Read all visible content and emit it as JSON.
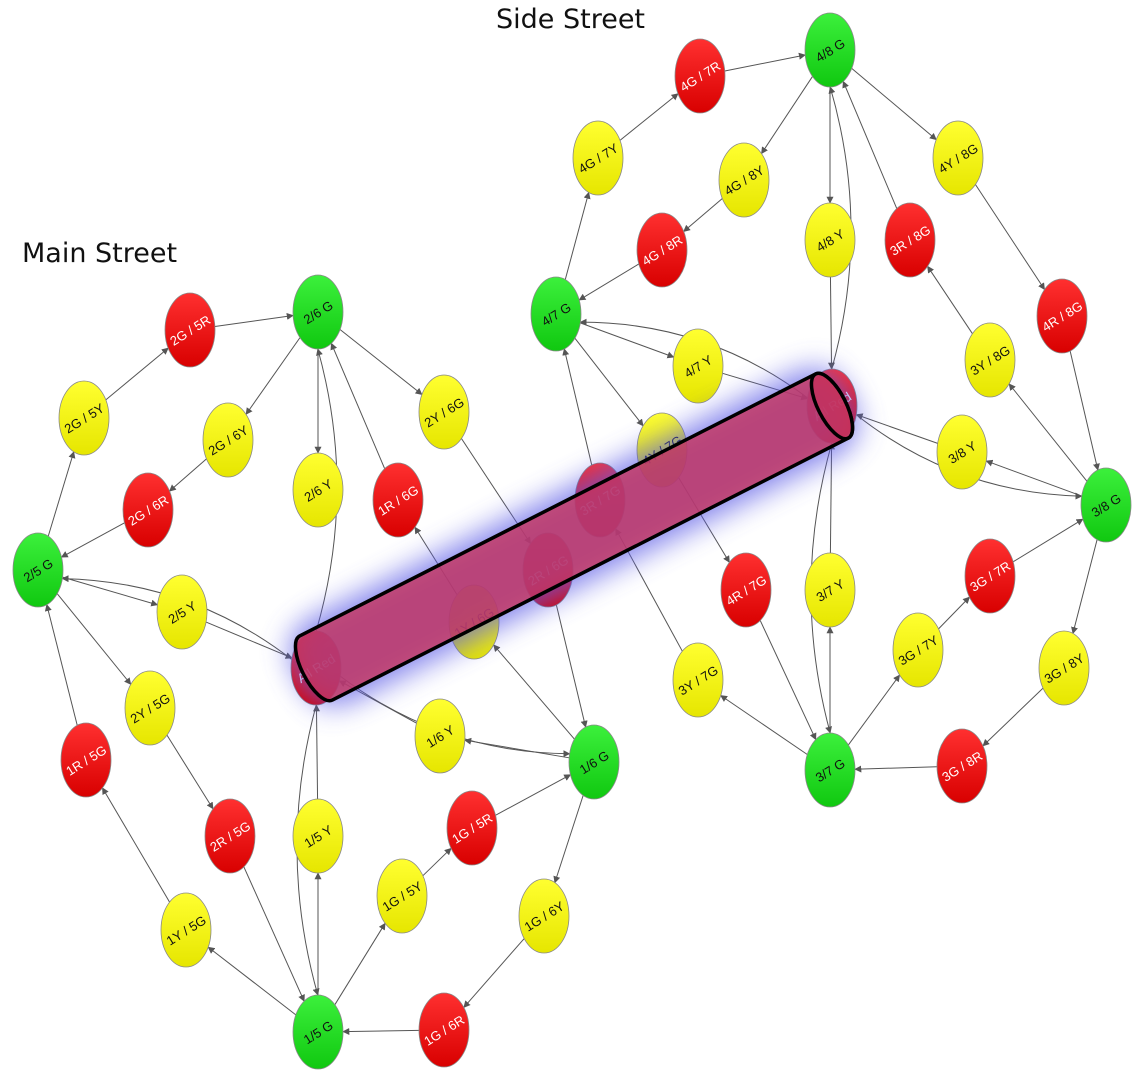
{
  "titles": {
    "main": "Main Street",
    "side": "Side Street"
  },
  "colors": {
    "green": "#1ee61e",
    "yellow": "#f5f500",
    "red": "#f01010",
    "edge": "#555555",
    "tube": "#c8325a",
    "glow": "#5a5ae6"
  },
  "nodes": [
    {
      "id": "m25g",
      "label": "2/5 G",
      "color": "green"
    },
    {
      "id": "m25ry",
      "label": "2G / 5Y",
      "color": "yellow"
    },
    {
      "id": "m2g5r",
      "label": "2G / 5R",
      "color": "red"
    },
    {
      "id": "m26g",
      "label": "2/6 G",
      "color": "green"
    },
    {
      "id": "m2g6y",
      "label": "2G / 6Y",
      "color": "yellow"
    },
    {
      "id": "m2g6r",
      "label": "2G / 6R",
      "color": "red"
    },
    {
      "id": "m26y",
      "label": "2/6 Y",
      "color": "yellow"
    },
    {
      "id": "m1r6g",
      "label": "1R / 6G",
      "color": "red"
    },
    {
      "id": "m2y6g",
      "label": "2Y / 6G",
      "color": "yellow"
    },
    {
      "id": "m2r6g",
      "label": "2R / 6G",
      "color": "red"
    },
    {
      "id": "m1y6g",
      "label": "1Y / 6G",
      "color": "yellow"
    },
    {
      "id": "m25y",
      "label": "2/5 Y",
      "color": "yellow"
    },
    {
      "id": "mallred",
      "label": "All Red",
      "color": "red"
    },
    {
      "id": "m2y5g",
      "label": "2Y / 5G",
      "color": "yellow"
    },
    {
      "id": "m1r5g",
      "label": "1R / 5G",
      "color": "red"
    },
    {
      "id": "m2r5g",
      "label": "2R / 5G",
      "color": "red"
    },
    {
      "id": "m16y",
      "label": "1/6 Y",
      "color": "yellow"
    },
    {
      "id": "m16g",
      "label": "1/6 G",
      "color": "green"
    },
    {
      "id": "m15y",
      "label": "1/5 Y",
      "color": "yellow"
    },
    {
      "id": "m1g5r",
      "label": "1G / 5R",
      "color": "red"
    },
    {
      "id": "m1g5y",
      "label": "1G / 5Y",
      "color": "yellow"
    },
    {
      "id": "m1g6y",
      "label": "1G / 6Y",
      "color": "yellow"
    },
    {
      "id": "m1y5g",
      "label": "1Y / 5G",
      "color": "yellow"
    },
    {
      "id": "m15g",
      "label": "1/5 G",
      "color": "green"
    },
    {
      "id": "m1g6r",
      "label": "1G / 6R",
      "color": "red"
    },
    {
      "id": "s4g7r",
      "label": "4G / 7R",
      "color": "red"
    },
    {
      "id": "s48g",
      "label": "4/8 G",
      "color": "green"
    },
    {
      "id": "s4g7y",
      "label": "4G / 7Y",
      "color": "yellow"
    },
    {
      "id": "s4g8y",
      "label": "4G / 8Y",
      "color": "yellow"
    },
    {
      "id": "s4y8g",
      "label": "4Y / 8G",
      "color": "yellow"
    },
    {
      "id": "s4g8r",
      "label": "4G / 8R",
      "color": "red"
    },
    {
      "id": "s48y",
      "label": "4/8 Y",
      "color": "yellow"
    },
    {
      "id": "s3r8g",
      "label": "3R / 8G",
      "color": "red"
    },
    {
      "id": "s47g",
      "label": "4/7 G",
      "color": "green"
    },
    {
      "id": "s4r8g",
      "label": "4R / 8G",
      "color": "red"
    },
    {
      "id": "s47y",
      "label": "4/7 Y",
      "color": "yellow"
    },
    {
      "id": "s3y8g",
      "label": "3Y / 8G",
      "color": "yellow"
    },
    {
      "id": "s4y7g",
      "label": "4Y / 7G",
      "color": "yellow"
    },
    {
      "id": "sallred",
      "label": "All Red",
      "color": "red"
    },
    {
      "id": "s38y",
      "label": "3/8 Y",
      "color": "yellow"
    },
    {
      "id": "s3r7g",
      "label": "3R / 7G",
      "color": "red"
    },
    {
      "id": "s38g",
      "label": "3/8 G",
      "color": "green"
    },
    {
      "id": "s3g7r",
      "label": "3G / 7R",
      "color": "red"
    },
    {
      "id": "s4r7g",
      "label": "4R / 7G",
      "color": "red"
    },
    {
      "id": "s37y",
      "label": "3/7 Y",
      "color": "yellow"
    },
    {
      "id": "s3g7y",
      "label": "3G / 7Y",
      "color": "yellow"
    },
    {
      "id": "s3g8y",
      "label": "3G / 8Y",
      "color": "yellow"
    },
    {
      "id": "s3y7g",
      "label": "3Y / 7G",
      "color": "yellow"
    },
    {
      "id": "s37g",
      "label": "3/7 G",
      "color": "green"
    },
    {
      "id": "s3g8r",
      "label": "3G / 8R",
      "color": "red"
    }
  ],
  "edges": [
    [
      "m25g",
      "m25ry"
    ],
    [
      "m25ry",
      "m2g5r"
    ],
    [
      "m2g5r",
      "m26g"
    ],
    [
      "m26g",
      "m2g6y"
    ],
    [
      "m2g6y",
      "m2g6r"
    ],
    [
      "m2g6r",
      "m25g"
    ],
    [
      "m26g",
      "m26y"
    ],
    [
      "m26g",
      "m2y6g"
    ],
    [
      "m2y6g",
      "m2r6g"
    ],
    [
      "m2r6g",
      "m16g"
    ],
    [
      "m1r6g",
      "m26g"
    ],
    [
      "m1y6g",
      "m1r6g"
    ],
    [
      "m16g",
      "m1y6g"
    ],
    [
      "m25g",
      "m25y"
    ],
    [
      "m25y",
      "mallred"
    ],
    [
      "mallred",
      "m25g"
    ],
    [
      "mallred",
      "m26g"
    ],
    [
      "mallred",
      "m16g"
    ],
    [
      "mallred",
      "m15g"
    ],
    [
      "m25g",
      "m2y5g"
    ],
    [
      "m2y5g",
      "m2r5g"
    ],
    [
      "m2r5g",
      "m15g"
    ],
    [
      "m1r5g",
      "m25g"
    ],
    [
      "m1y5g",
      "m1r5g"
    ],
    [
      "m15g",
      "m1y5g"
    ],
    [
      "m16y",
      "mallred"
    ],
    [
      "m16g",
      "m16y"
    ],
    [
      "m15y",
      "mallred"
    ],
    [
      "m15g",
      "m15y"
    ],
    [
      "m15g",
      "m1g5y"
    ],
    [
      "m1g5y",
      "m1g5r"
    ],
    [
      "m1g5r",
      "m16g"
    ],
    [
      "m16g",
      "m1g6y"
    ],
    [
      "m1g6y",
      "m1g6r"
    ],
    [
      "m1g6r",
      "m15g"
    ],
    [
      "s47g",
      "s4g7y"
    ],
    [
      "s4g7y",
      "s4g7r"
    ],
    [
      "s4g7r",
      "s48g"
    ],
    [
      "s48g",
      "s4g8y"
    ],
    [
      "s4g8y",
      "s4g8r"
    ],
    [
      "s4g8r",
      "s47g"
    ],
    [
      "s48g",
      "s48y"
    ],
    [
      "s48y",
      "sallred"
    ],
    [
      "s48g",
      "s4y8g"
    ],
    [
      "s4y8g",
      "s4r8g"
    ],
    [
      "s4r8g",
      "s38g"
    ],
    [
      "s3r8g",
      "s48g"
    ],
    [
      "s3y8g",
      "s3r8g"
    ],
    [
      "s38g",
      "s3y8g"
    ],
    [
      "s47g",
      "s47y"
    ],
    [
      "s47y",
      "sallred"
    ],
    [
      "sallred",
      "s47g"
    ],
    [
      "sallred",
      "s48g"
    ],
    [
      "sallred",
      "s38g"
    ],
    [
      "sallred",
      "s37g"
    ],
    [
      "s47g",
      "s4y7g"
    ],
    [
      "s4y7g",
      "s4r7g"
    ],
    [
      "s4r7g",
      "s37g"
    ],
    [
      "s3r7g",
      "s47g"
    ],
    [
      "s3y7g",
      "s3r7g"
    ],
    [
      "s37g",
      "s3y7g"
    ],
    [
      "s38y",
      "sallred"
    ],
    [
      "s38g",
      "s38y"
    ],
    [
      "s37y",
      "sallred"
    ],
    [
      "s37g",
      "s37y"
    ],
    [
      "s37g",
      "s3g7y"
    ],
    [
      "s3g7y",
      "s3g7r"
    ],
    [
      "s3g7r",
      "s38g"
    ],
    [
      "s38g",
      "s3g8y"
    ],
    [
      "s3g8y",
      "s3g8r"
    ],
    [
      "s3g8r",
      "s37g"
    ]
  ]
}
